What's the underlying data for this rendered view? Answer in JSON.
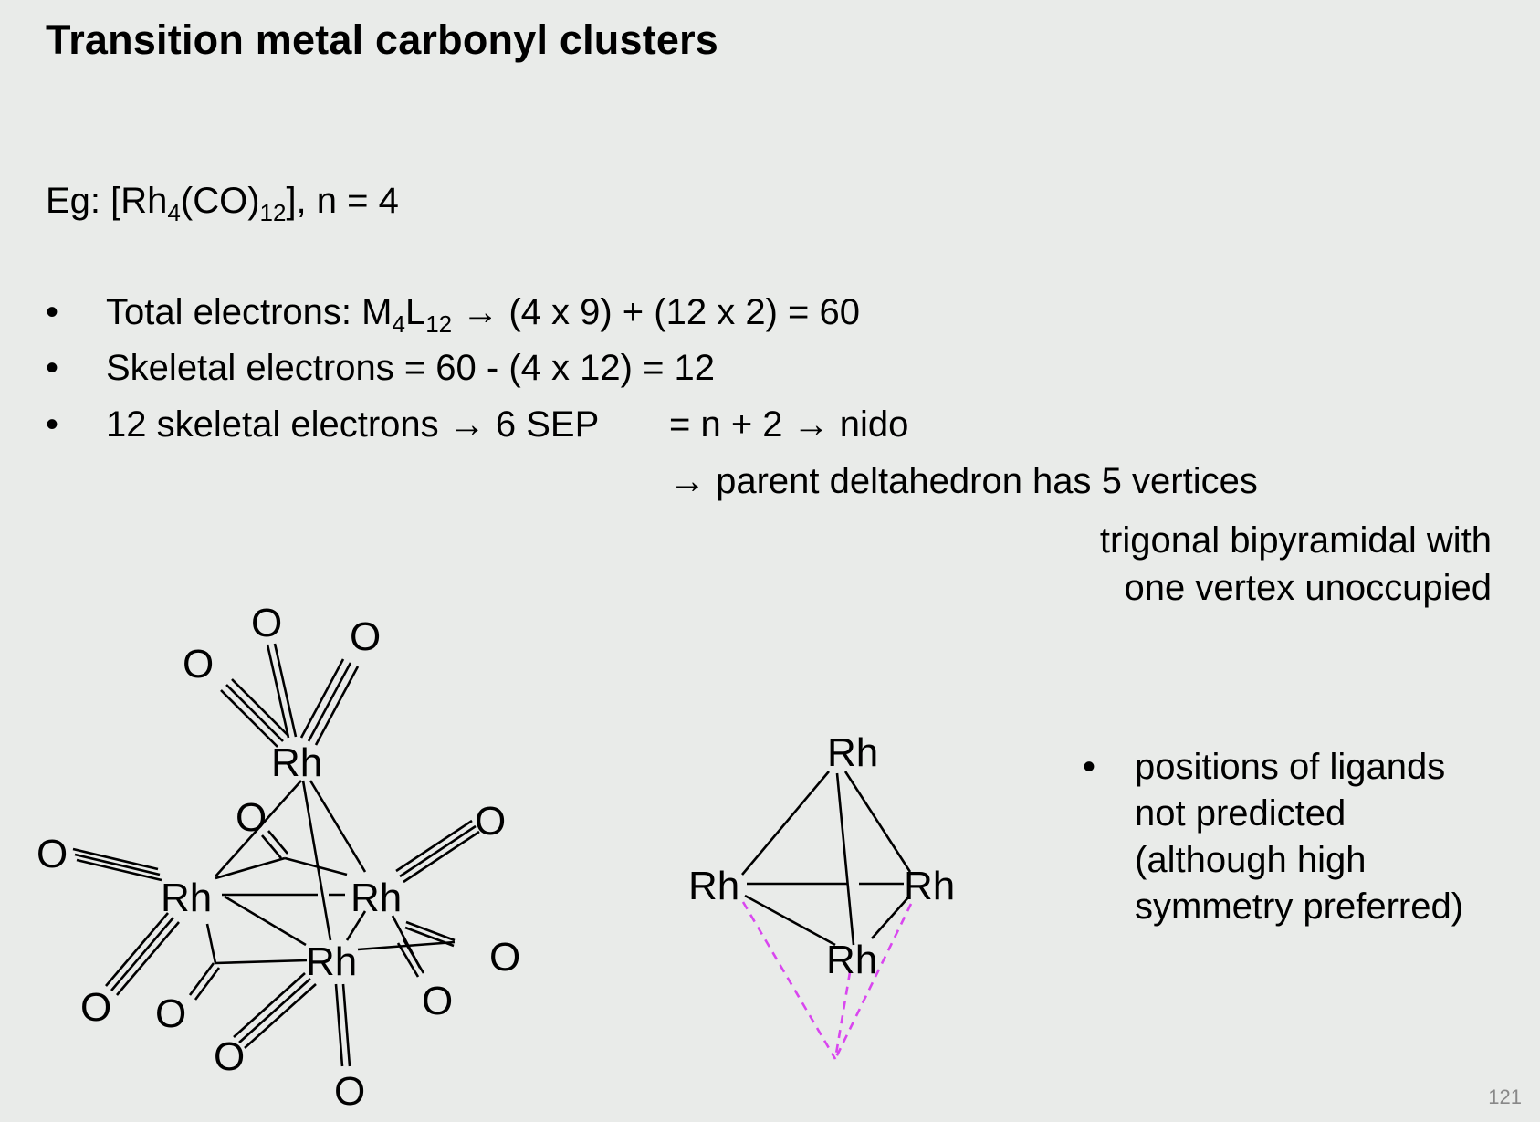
{
  "title": "Transition metal carbonyl clusters",
  "example": {
    "prefix": "Eg: [Rh",
    "sub1": "4",
    "mid": "(CO)",
    "sub2": "12",
    "suffix": "], n = 4"
  },
  "bullets": [
    {
      "marker": "•",
      "pre": "Total electrons: M",
      "sub1": "4",
      "mid": "L",
      "sub2": "12",
      "post": " → (4 x 9) + (12 x 2) = 60"
    },
    {
      "marker": "•",
      "text": "Skeletal electrons = 60 - (4 x 12) = 12"
    },
    {
      "marker": "•",
      "text": "12 skeletal electrons → 6 SEP",
      "extra": "= n + 2 → nido"
    }
  ],
  "parent_line": "→ parent deltahedron has 5 vertices",
  "tbp_lines": [
    "trigonal bipyramidal with",
    "one vertex unoccupied"
  ],
  "note": {
    "marker": "•",
    "lines": [
      "positions of ligands",
      "not predicted",
      "(although high",
      "symmetry preferred)"
    ]
  },
  "structure_labels": {
    "metal": "Rh",
    "oxygen": "O"
  },
  "colors": {
    "background": "#e9ebe9",
    "missing_vertex": "#d946ef"
  },
  "page_number": "121"
}
